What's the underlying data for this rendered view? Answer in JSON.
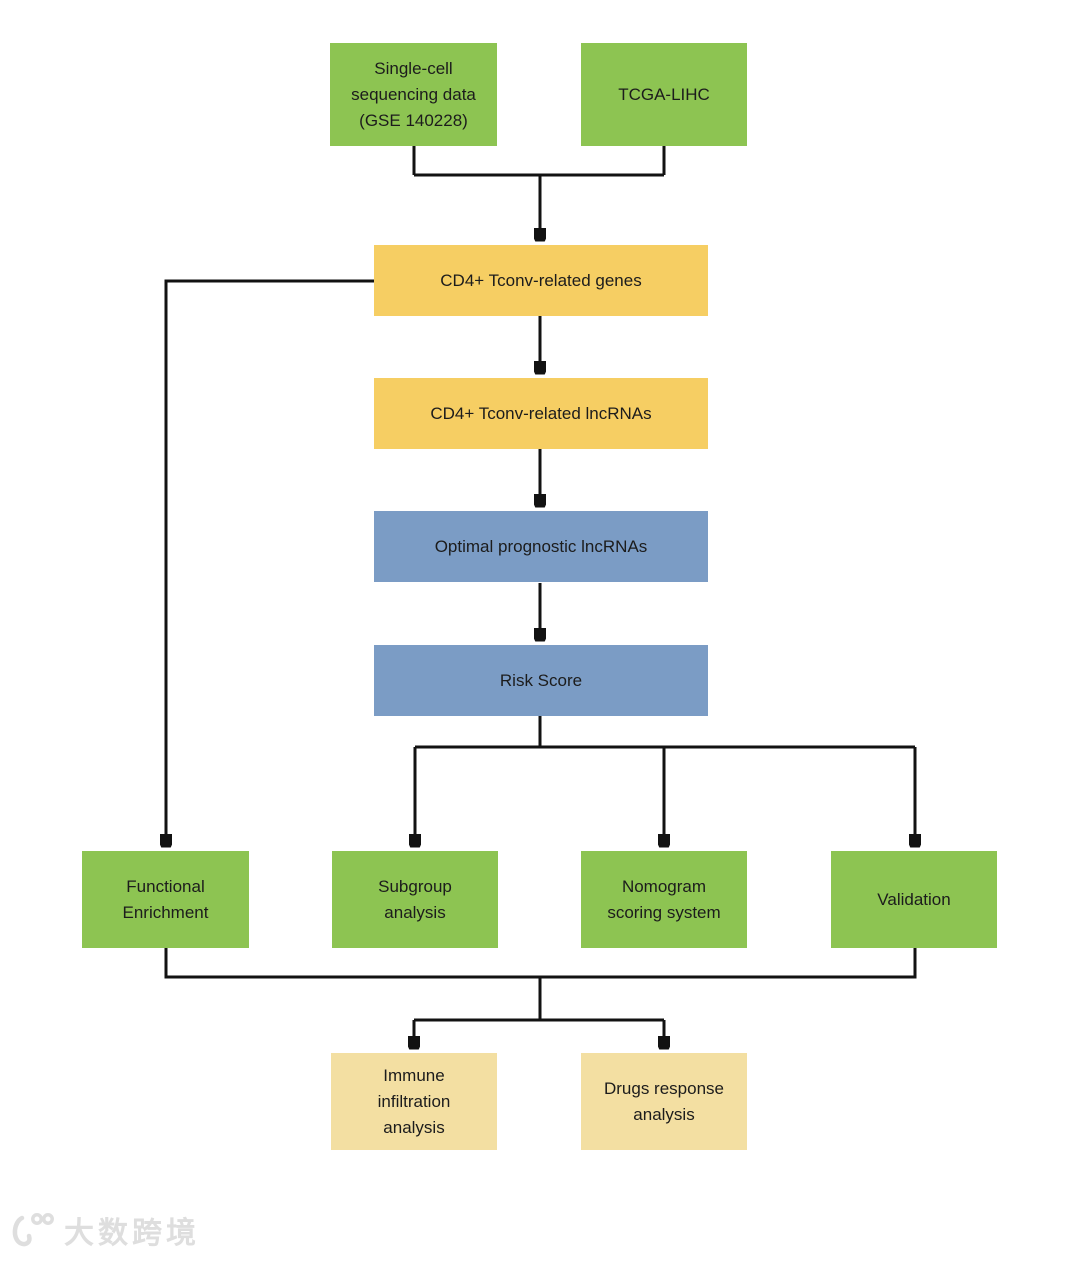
{
  "nodes": {
    "single_cell": {
      "label": "Single-cell sequencing data (GSE 140228)"
    },
    "tcga": {
      "label": "TCGA-LIHC"
    },
    "genes": {
      "label": "CD4+ Tconv-related genes"
    },
    "lncrnas": {
      "label": "CD4+ Tconv-related lncRNAs"
    },
    "optimal": {
      "label": "Optimal prognostic lncRNAs"
    },
    "risk": {
      "label": "Risk Score"
    },
    "functional": {
      "label": "Functional Enrichment"
    },
    "subgroup": {
      "label": "Subgroup analysis"
    },
    "nomogram": {
      "label": "Nomogram scoring system"
    },
    "validation": {
      "label": "Validation"
    },
    "immune": {
      "label": "Immune infiltration analysis"
    },
    "drugs": {
      "label": "Drugs response analysis"
    }
  },
  "colors": {
    "source_green": "#8dc452",
    "step_yellow": "#f6ce63",
    "score_blue": "#7b9cc5",
    "result_cream": "#f3dfa2",
    "connector": "#121212",
    "watermark_gray": "#dedede"
  },
  "watermark": {
    "text": "大数跨境"
  }
}
